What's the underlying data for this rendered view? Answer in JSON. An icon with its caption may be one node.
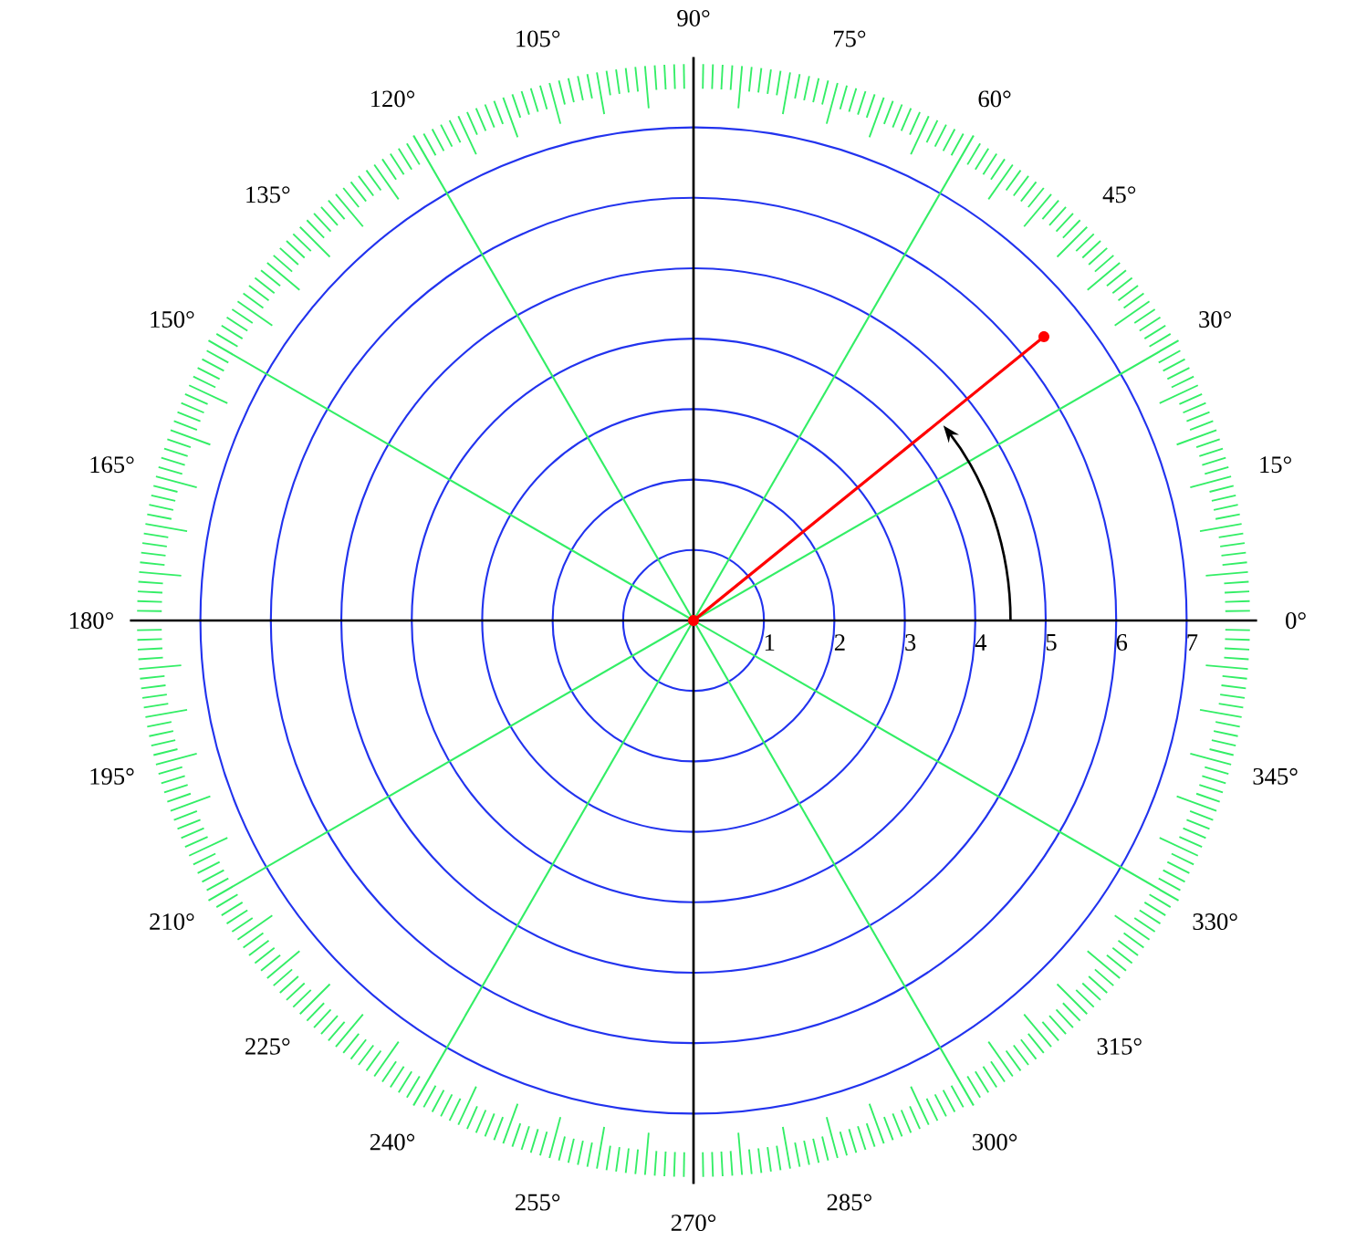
{
  "diagram": {
    "labels": [
      "0°",
      "15°",
      "30°",
      "45°",
      "60°",
      "75°",
      "90°",
      "105°",
      "120°",
      "135°",
      "150°",
      "165°",
      "180°",
      "195°",
      "210°",
      "225°",
      "240°",
      "255°",
      "270°",
      "285°",
      "300°",
      "315°",
      "330°",
      "345°",
      "1",
      "2",
      "3",
      "4",
      "5",
      "6",
      "7"
    ]
  }
}
